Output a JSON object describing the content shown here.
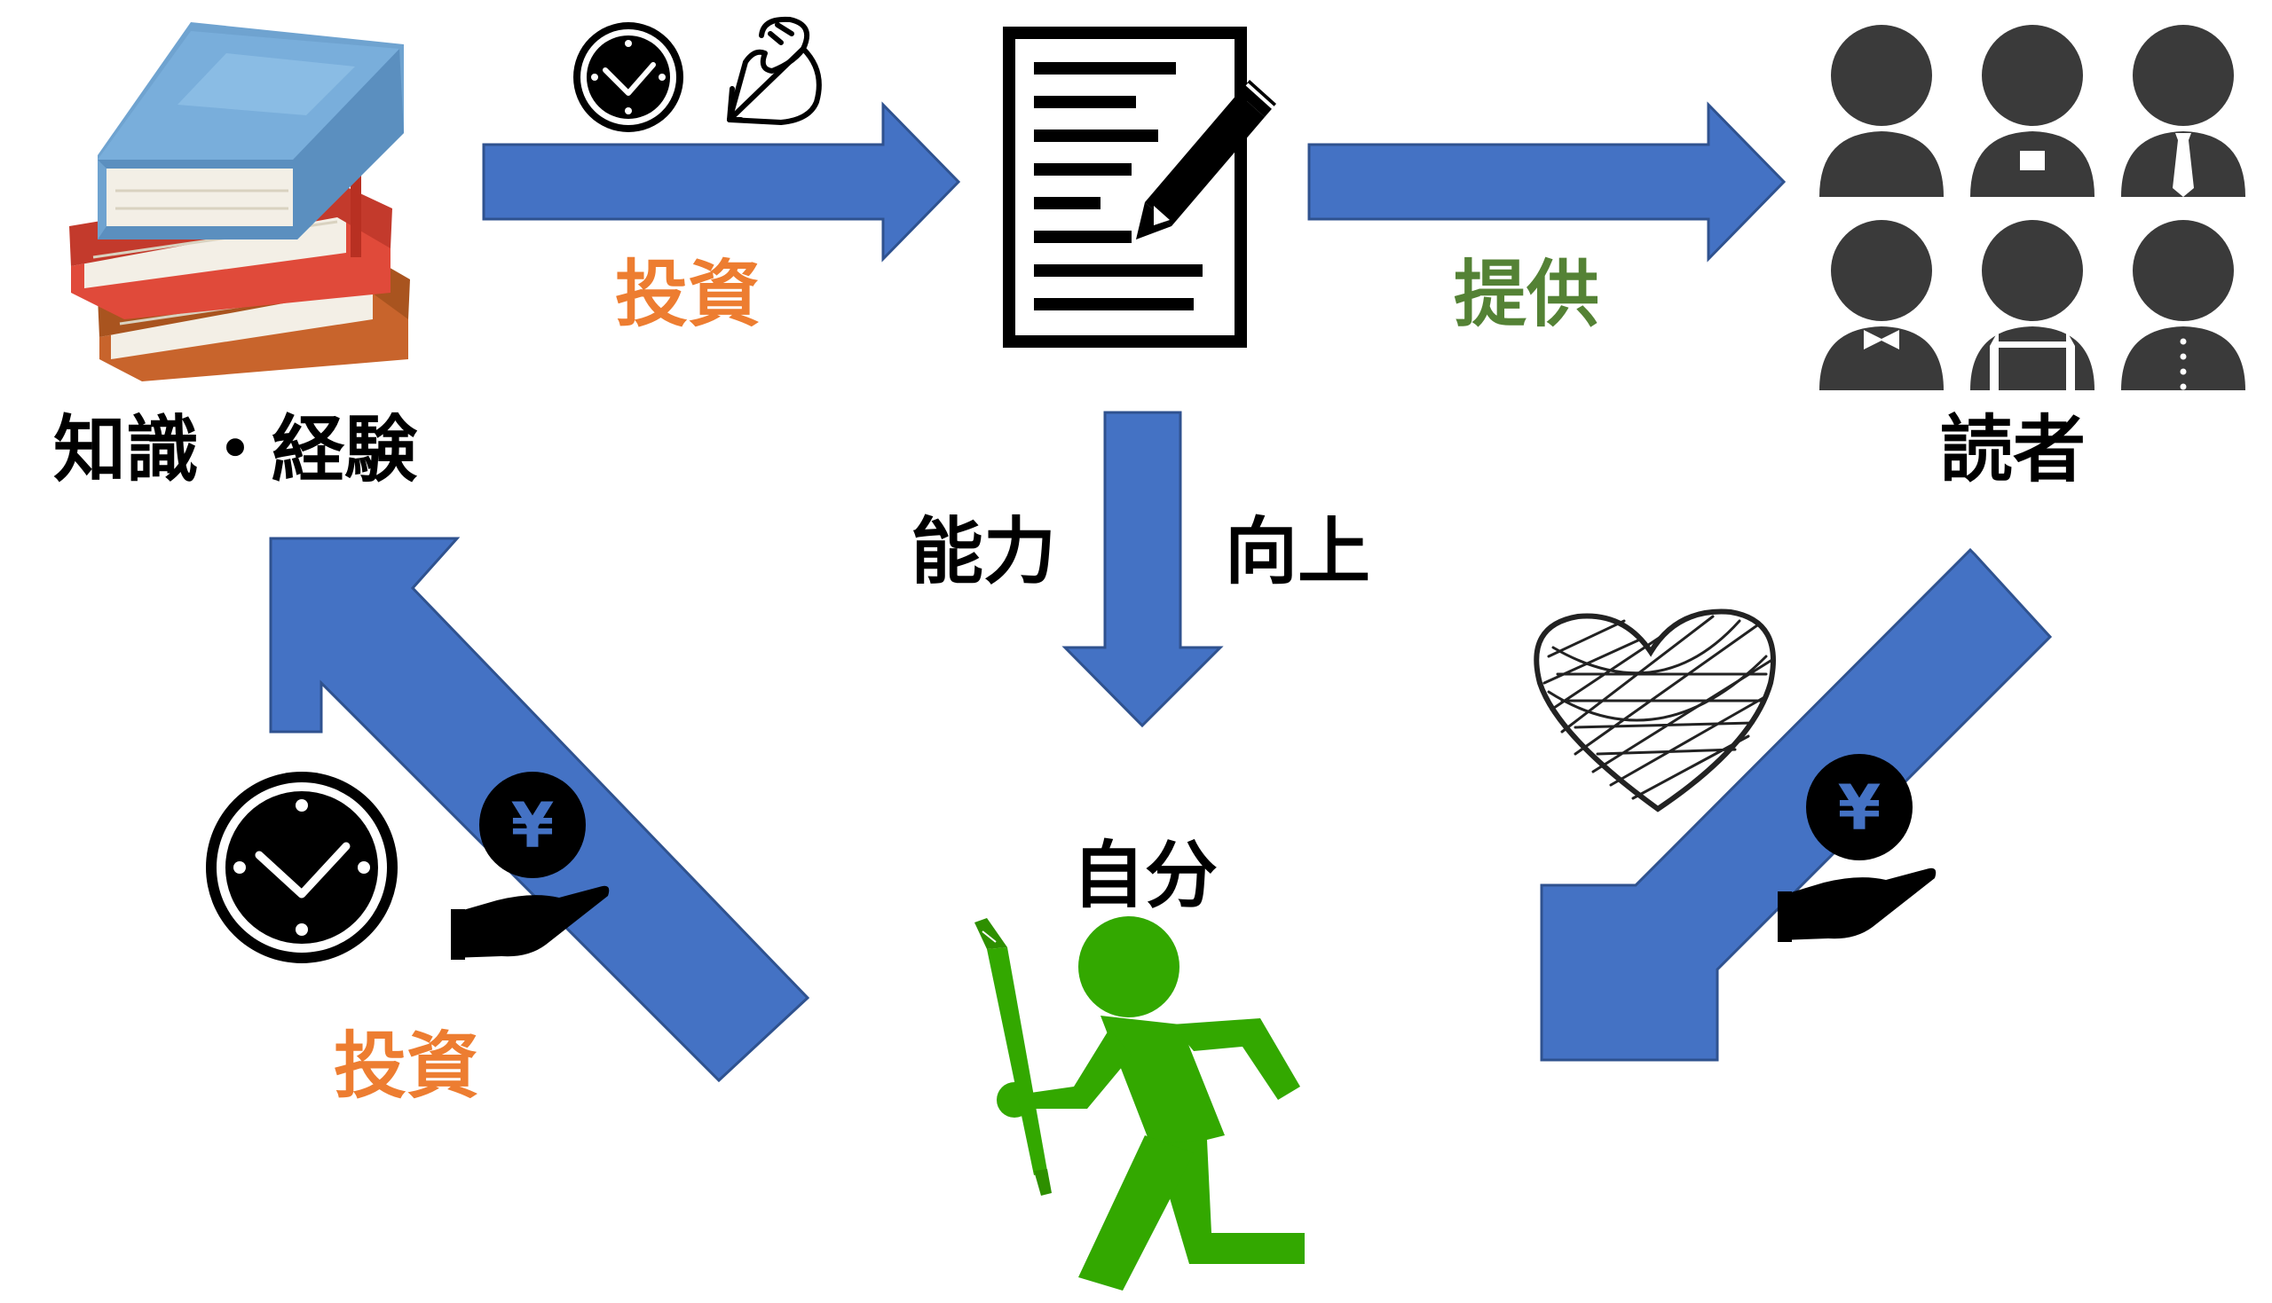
{
  "labels": {
    "knowledge": "知識・経験",
    "readers": "読者",
    "self": "自分",
    "invest_top": "投資",
    "provide": "提供",
    "ability": "能力",
    "improve": "向上",
    "invest_bottom": "投資",
    "yen_left": "¥",
    "yen_right": "¥"
  },
  "colors": {
    "arrow": "#4472c4",
    "arrow_edge": "#2f528f",
    "invest": "#ed7d31",
    "provide": "#548235",
    "person": "#33a800",
    "icon": "#000000",
    "silhouette": "#3a3a3a",
    "book_blue": "#6fa3d0",
    "book_red": "#e04a3a",
    "book_brown": "#c8642c"
  },
  "icons": [
    "books-icon",
    "clock-icon",
    "muscle-icon",
    "document-pencil-icon",
    "readers-group-icon",
    "heart-scribble-icon",
    "yen-hand-icon",
    "pen-runner-icon"
  ]
}
